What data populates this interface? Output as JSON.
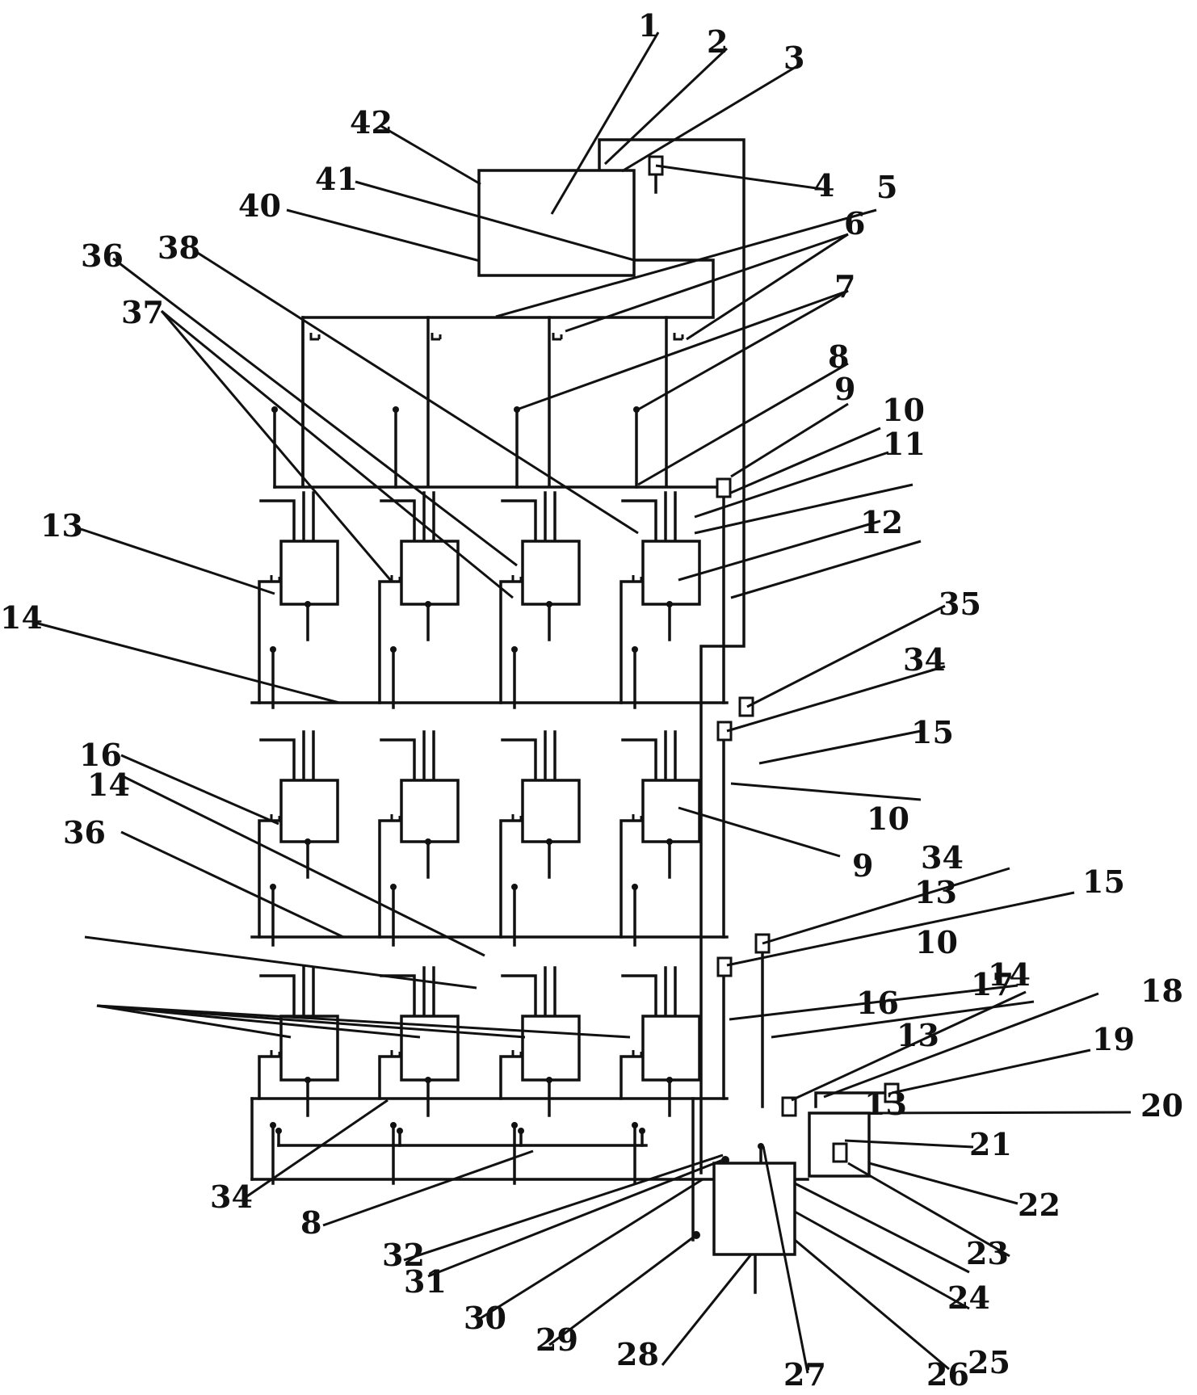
{
  "figure": "patent line drawing",
  "labels": [
    "1",
    "2",
    "3",
    "4",
    "5",
    "6",
    "7",
    "8",
    "9",
    "10",
    "11",
    "12",
    "13",
    "14",
    "15",
    "16",
    "17",
    "18",
    "19",
    "20",
    "21",
    "22",
    "23",
    "24",
    "25",
    "26",
    "27",
    "28",
    "29",
    "30",
    "31",
    "32",
    "34",
    "35",
    "36",
    "37",
    "38",
    "40",
    "41",
    "42"
  ],
  "callouts": [
    {
      "text": "1"
    },
    {
      "text": "2"
    },
    {
      "text": "3"
    },
    {
      "text": "42"
    },
    {
      "text": "41"
    },
    {
      "text": "40"
    },
    {
      "text": "4"
    },
    {
      "text": "5"
    },
    {
      "text": "6"
    },
    {
      "text": "36"
    },
    {
      "text": "38"
    },
    {
      "text": "37"
    },
    {
      "text": "7"
    },
    {
      "text": "8"
    },
    {
      "text": "9"
    },
    {
      "text": "10"
    },
    {
      "text": "11"
    },
    {
      "text": "12"
    },
    {
      "text": "13"
    },
    {
      "text": "14"
    },
    {
      "text": "35"
    },
    {
      "text": "34"
    },
    {
      "text": "15"
    },
    {
      "text": "10"
    },
    {
      "text": "16"
    },
    {
      "text": "14"
    },
    {
      "text": "36"
    },
    {
      "text": "9"
    },
    {
      "text": "34"
    },
    {
      "text": "13"
    },
    {
      "text": "15"
    },
    {
      "text": "10"
    },
    {
      "text": "14"
    },
    {
      "text": "16"
    },
    {
      "text": "13"
    },
    {
      "text": "13"
    },
    {
      "text": "17"
    },
    {
      "text": "18"
    },
    {
      "text": "19"
    },
    {
      "text": "20"
    },
    {
      "text": "21"
    },
    {
      "text": "22"
    },
    {
      "text": "23"
    },
    {
      "text": "24"
    },
    {
      "text": "25"
    },
    {
      "text": "26"
    },
    {
      "text": "27"
    },
    {
      "text": "28"
    },
    {
      "text": "29"
    },
    {
      "text": "30"
    },
    {
      "text": "31"
    },
    {
      "text": "32"
    },
    {
      "text": "8"
    },
    {
      "text": "34"
    }
  ]
}
